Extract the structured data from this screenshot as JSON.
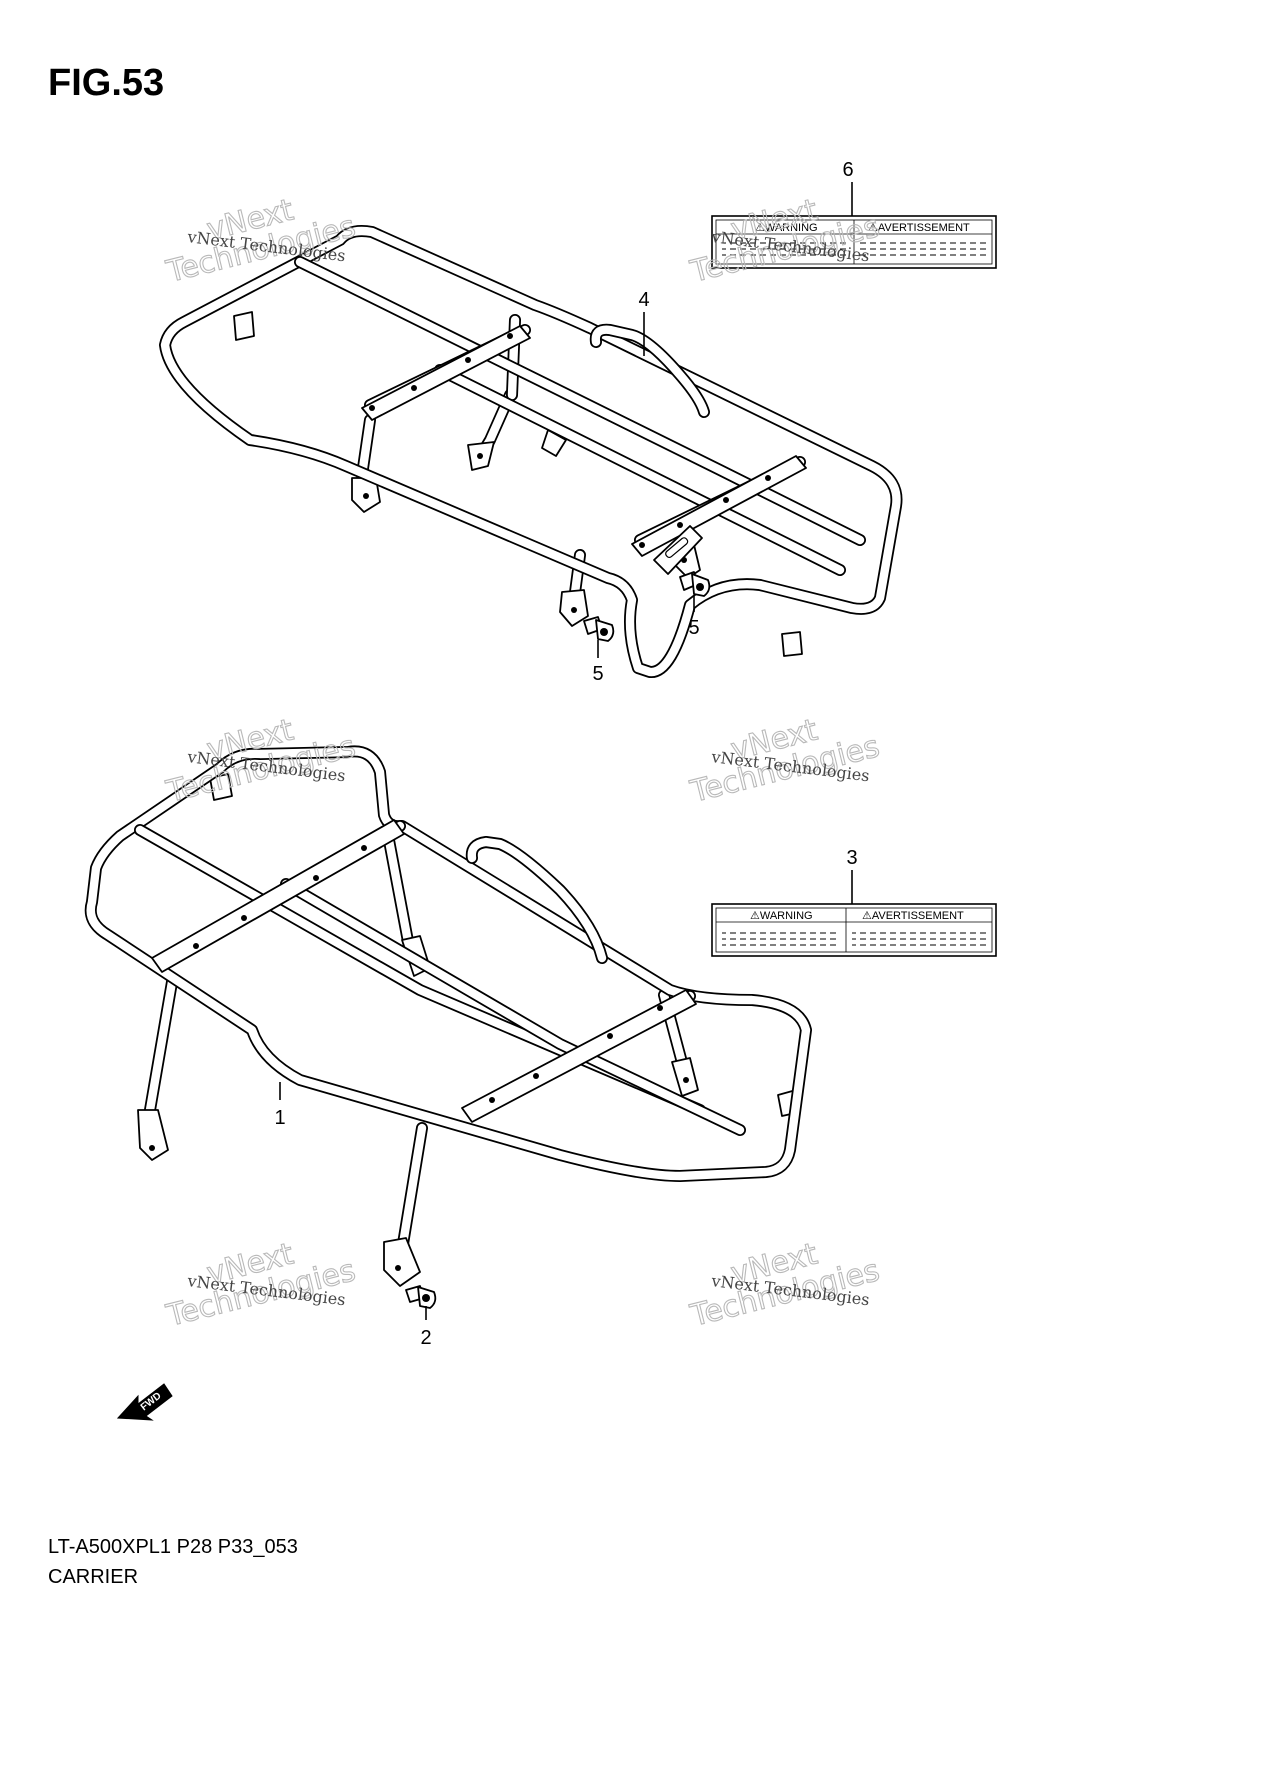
{
  "figure": {
    "title": "FIG.53"
  },
  "callouts": [
    {
      "id": "c1",
      "label": "1"
    },
    {
      "id": "c2",
      "label": "2"
    },
    {
      "id": "c3",
      "label": "3"
    },
    {
      "id": "c4",
      "label": "4"
    },
    {
      "id": "c5a",
      "label": "5"
    },
    {
      "id": "c5b",
      "label": "5"
    },
    {
      "id": "c6",
      "label": "6"
    }
  ],
  "warning_label": {
    "left_text": "⚠WARNING",
    "right_text": "⚠AVERTISSEMENT"
  },
  "watermark": {
    "line1": "vNext",
    "line2": "Technologies",
    "small": "vNext Technologies"
  },
  "fwd_arrow": {
    "label": "FWD"
  },
  "footer": {
    "model_code": "LT-A500XPL1 P28 P33_053",
    "part_name": "CARRIER"
  }
}
